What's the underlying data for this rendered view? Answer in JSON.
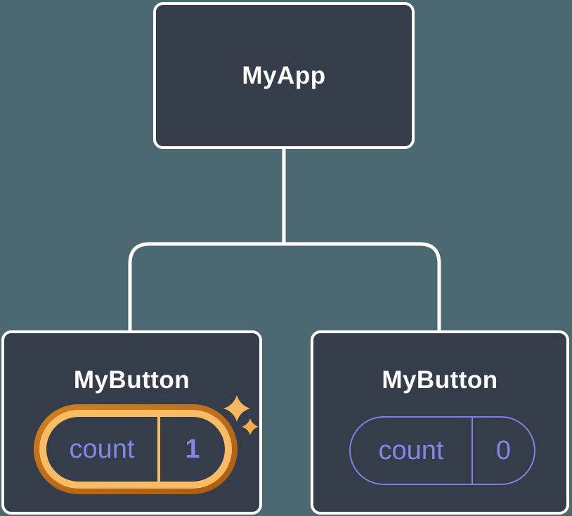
{
  "colors": {
    "background": "#4c6871",
    "node_fill": "#353d4b",
    "node_border": "#ffffff",
    "connector": "#ffffff",
    "state_text": "#8387e8",
    "state_pill_border": "#7e82e0",
    "highlight_ring_outer": "#bc6a18",
    "highlight_ring_inner": "#f9bb64",
    "sparkle": "#f6b75f"
  },
  "tree": {
    "root": {
      "label": "MyApp"
    },
    "children": [
      {
        "label": "MyButton",
        "highlighted": true,
        "state": {
          "key": "count",
          "value": "1"
        }
      },
      {
        "label": "MyButton",
        "highlighted": false,
        "state": {
          "key": "count",
          "value": "0"
        }
      }
    ]
  }
}
